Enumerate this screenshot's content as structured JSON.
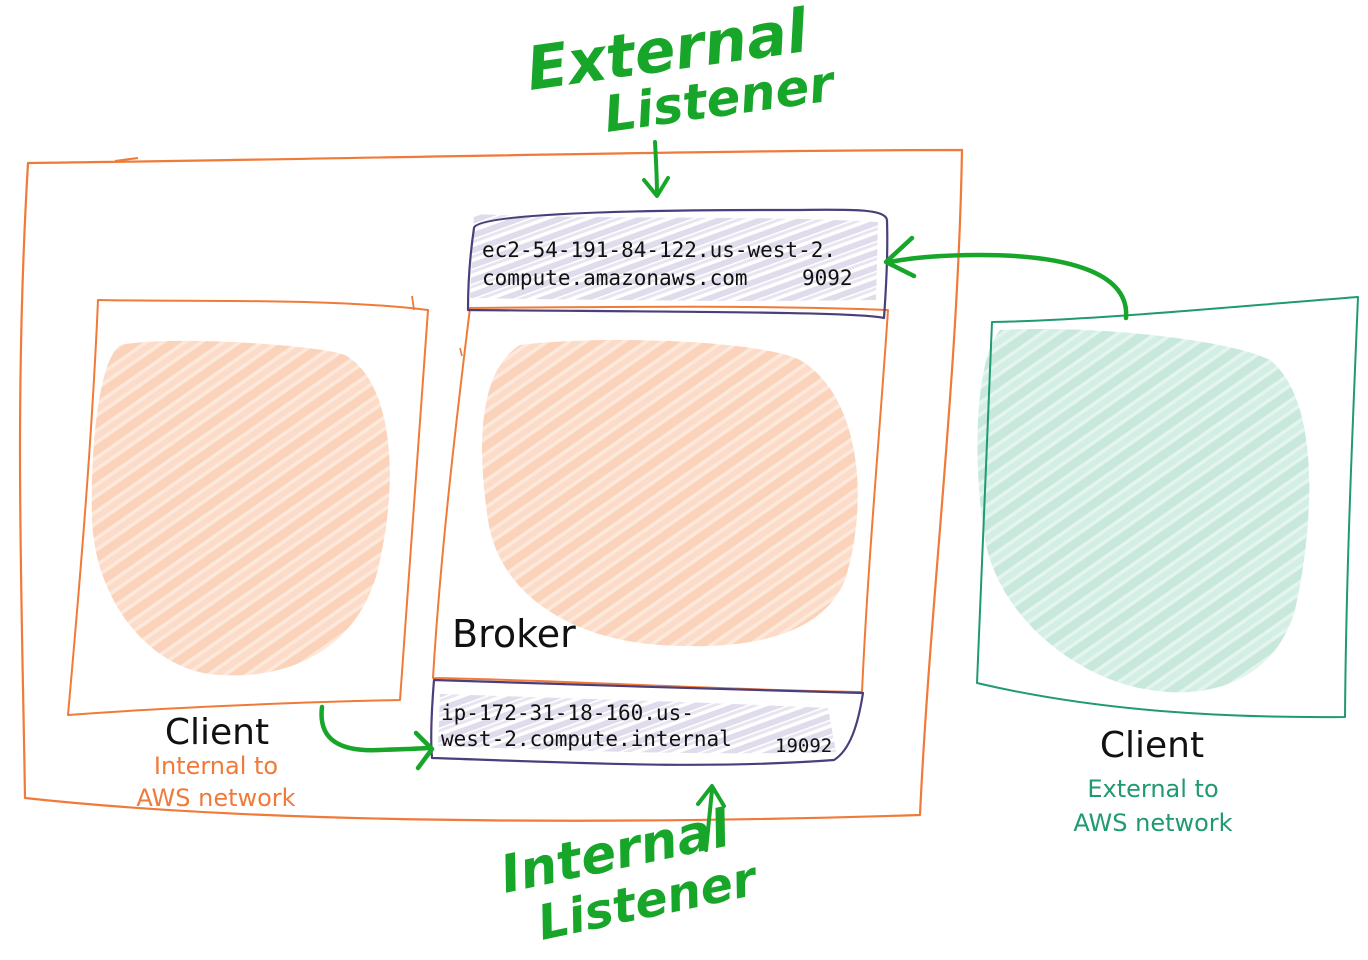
{
  "labels": {
    "external_listener_line1": "External",
    "external_listener_line2": "Listener",
    "internal_listener_line1": "Internal",
    "internal_listener_line2": "Listener",
    "broker": "Broker",
    "client_internal": "Client",
    "client_internal_desc_line1": "Internal to",
    "client_internal_desc_line2": "AWS network",
    "client_external": "Client",
    "client_external_desc_line1": "External to",
    "client_external_desc_line2": "AWS network"
  },
  "listeners": {
    "external_host_line1": "ec2-54-191-84-122.us-west-2.",
    "external_host_line2": "compute.amazonaws.com",
    "external_port": "9092",
    "internal_host_line1": "ip-172-31-18-160.us-",
    "internal_host_line2": "west-2.compute.internal",
    "internal_port": "19092"
  },
  "colors": {
    "aws_network": "#f07a3a",
    "internal_fill": "#fcd9c3",
    "external_client": "#1f9a73",
    "external_fill": "#cdebe0",
    "listener_border": "#4a3f7a",
    "listener_fill": "#d9d4e6",
    "arrow": "#18a62a",
    "text": "#111111"
  }
}
